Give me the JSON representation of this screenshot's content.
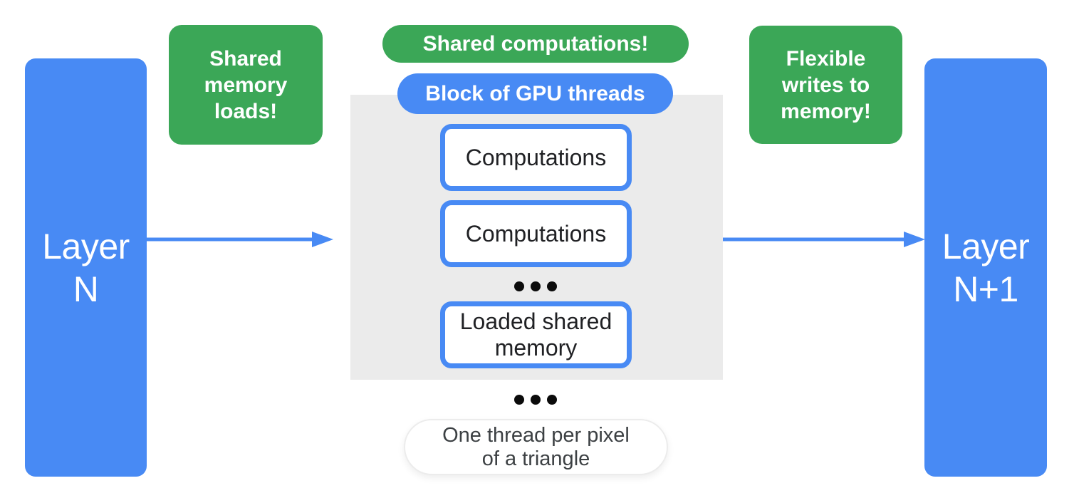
{
  "colors": {
    "blue": "#488AF4",
    "green": "#3BA757",
    "panel_gray": "#EBEBEB",
    "text_dark": "#202124",
    "text_gray": "#3C4043"
  },
  "layers": {
    "left": {
      "line1": "Layer",
      "line2": "N"
    },
    "right": {
      "line1": "Layer",
      "line2": "N+1"
    }
  },
  "notes": {
    "left": {
      "lines": [
        "Shared",
        "memory",
        "loads!"
      ]
    },
    "center": {
      "label": "Shared computations!"
    },
    "right": {
      "lines": [
        "Flexible",
        "writes to",
        "memory!"
      ]
    }
  },
  "gpu_block": {
    "label": "Block of GPU threads",
    "box1": "Computations",
    "box2": "Computations",
    "box3": "Loaded shared memory"
  },
  "footnote": {
    "line1": "One thread per pixel",
    "line2": "of a triangle"
  }
}
